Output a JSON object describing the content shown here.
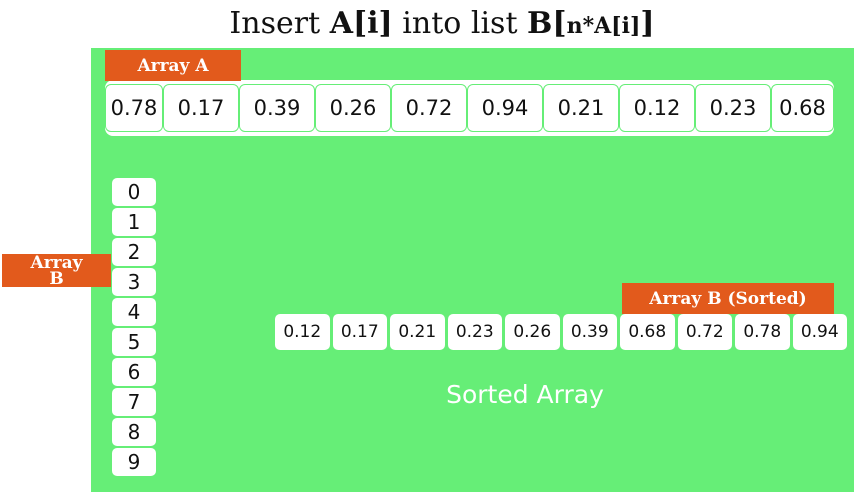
{
  "title": {
    "prefix": "Insert ",
    "a_i": "A[i]",
    "middle": " into list ",
    "b_open": "B[",
    "n_star": "n*",
    "a_i_small": "A[i]",
    "b_close": "]"
  },
  "labels": {
    "array_a": "Array A",
    "array_b_line1": "Array",
    "array_b_line2": "B",
    "array_b_sorted": "Array B (Sorted)",
    "sorted_array": "Sorted Array"
  },
  "array_a": [
    "0.78",
    "0.17",
    "0.39",
    "0.26",
    "0.72",
    "0.94",
    "0.21",
    "0.12",
    "0.23",
    "0.68"
  ],
  "array_b_indices": [
    "0",
    "1",
    "2",
    "3",
    "4",
    "5",
    "6",
    "7",
    "8",
    "9"
  ],
  "sorted": [
    "0.12",
    "0.17",
    "0.21",
    "0.23",
    "0.26",
    "0.39",
    "0.68",
    "0.72",
    "0.78",
    "0.94"
  ],
  "colors": {
    "panel": "#66ee77",
    "tag": "#e25a1c"
  }
}
